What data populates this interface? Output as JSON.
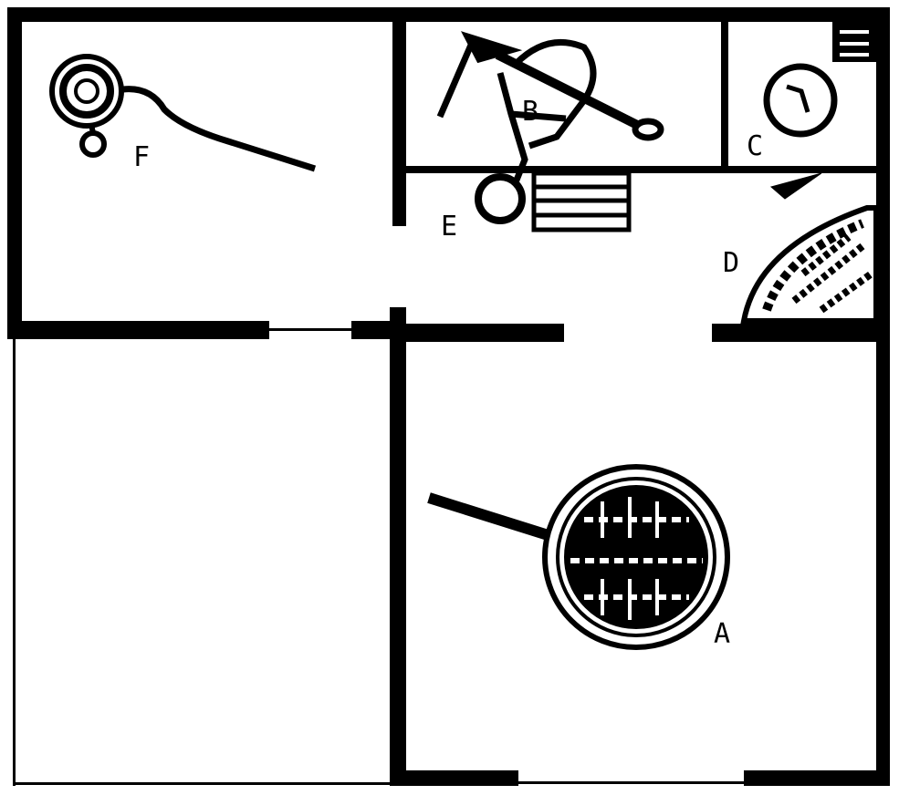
{
  "map": {
    "colors": {
      "wall": "#000000",
      "floor": "#ffffff"
    },
    "items": [
      {
        "label": "A",
        "icon": "magnifying-glass-icon"
      },
      {
        "label": "B",
        "icon": "compass-protractor-icon"
      },
      {
        "label": "C",
        "icon": "clock-icon"
      },
      {
        "label": "D",
        "icon": "sundial-fan-icon"
      },
      {
        "label": "E",
        "icon": "lens-and-notepad-icon"
      },
      {
        "label": "F",
        "icon": "spyglass-icon"
      }
    ]
  }
}
